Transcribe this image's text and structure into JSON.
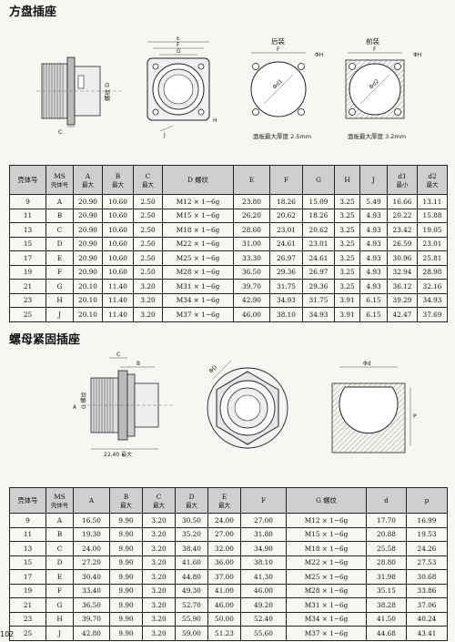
{
  "section1": {
    "title": "方盘插座",
    "labels": {
      "rear_mount": "后装",
      "front_mount": "前装",
      "panel_thickness_rear": "面板最大厚度 2.5mm",
      "panel_thickness_front": "面板最大厚度 3.2mm",
      "thread_d": "螺纹 D",
      "dim_c": "C",
      "dim_e": "E",
      "dim_f": "F",
      "dim_g": "G",
      "dim_h": "H",
      "dim_j": "J",
      "dim_f2": "F",
      "dim_phi_h": "ΦH",
      "dim_phi_d1": "Φd1",
      "dim_f3": "F",
      "dim_phi_h2": "ΦH",
      "dim_phi_d2": "Φd2"
    },
    "table": {
      "headers": [
        {
          "top": "壳体号",
          "bottom": ""
        },
        {
          "top": "MS",
          "bottom": "壳体号"
        },
        {
          "top": "A",
          "bottom": "最大"
        },
        {
          "top": "B",
          "bottom": "最大"
        },
        {
          "top": "C",
          "bottom": "最大"
        },
        {
          "top": "D 螺纹",
          "bottom": ""
        },
        {
          "top": "E",
          "bottom": ""
        },
        {
          "top": "F",
          "bottom": ""
        },
        {
          "top": "G",
          "bottom": ""
        },
        {
          "top": "H",
          "bottom": ""
        },
        {
          "top": "J",
          "bottom": ""
        },
        {
          "top": "d1",
          "bottom": "最小"
        },
        {
          "top": "d2",
          "bottom": "最大"
        }
      ],
      "rows": [
        [
          "9",
          "A",
          "20.90",
          "10.60",
          "2.50",
          "M12 × 1−6g",
          "23.80",
          "18.26",
          "15.09",
          "3.25",
          "5.49",
          "16.66",
          "13.11"
        ],
        [
          "11",
          "B",
          "20.90",
          "10.60",
          "2.50",
          "M15 × 1−6g",
          "26.20",
          "20.62",
          "18.26",
          "3.25",
          "4.93",
          "20.22",
          "15.88"
        ],
        [
          "13",
          "C",
          "20.90",
          "10.60",
          "2.50",
          "M18 × 1−6g",
          "28.60",
          "23.01",
          "20.62",
          "3.25",
          "4.93",
          "23.42",
          "19.05"
        ],
        [
          "15",
          "D",
          "20.90",
          "10.60",
          "2.50",
          "M22 × 1−6g",
          "31.00",
          "24.61",
          "23.01",
          "3.25",
          "4.93",
          "26.59",
          "23.01"
        ],
        [
          "17",
          "E",
          "20.90",
          "10.60",
          "2.50",
          "M25 × 1−6g",
          "33.30",
          "26.97",
          "24.61",
          "3.25",
          "4.93",
          "30.96",
          "25.81"
        ],
        [
          "19",
          "F",
          "20.90",
          "10.60",
          "2.50",
          "M28 × 1−6g",
          "36.50",
          "29.36",
          "26.97",
          "3.25",
          "4.93",
          "32.94",
          "28.98"
        ],
        [
          "21",
          "G",
          "20.10",
          "11.40",
          "3.20",
          "M31 × 1−6g",
          "39.70",
          "31.75",
          "29.36",
          "3.25",
          "4.93",
          "36.12",
          "32.16"
        ],
        [
          "23",
          "H",
          "20.10",
          "11.40",
          "3.20",
          "M34 × 1−6g",
          "42.90",
          "34.93",
          "31.75",
          "3.91",
          "6.15",
          "39.29",
          "34.93"
        ],
        [
          "25",
          "J",
          "20.10",
          "11.40",
          "3.20",
          "M37 × 1−6g",
          "46.00",
          "38.10",
          "34.93",
          "3.91",
          "6.15",
          "42.47",
          "37.69"
        ]
      ]
    }
  },
  "section2": {
    "title": "螺母紧固插座",
    "labels": {
      "dim_c": "C",
      "dim_b": "B",
      "dim_a": "A",
      "dim_g": "G 螺纹",
      "dim_22": "22.40 最大",
      "dim_phi_d": "ΦD",
      "dim_phi_d_small": "Φd",
      "dim_p": "P"
    },
    "table": {
      "headers": [
        {
          "top": "壳体号",
          "bottom": ""
        },
        {
          "top": "MS",
          "bottom": "壳体号"
        },
        {
          "top": "A",
          "bottom": ""
        },
        {
          "top": "B",
          "bottom": "最大"
        },
        {
          "top": "C",
          "bottom": "最大"
        },
        {
          "top": "D",
          "bottom": "最大"
        },
        {
          "top": "E",
          "bottom": "最大"
        },
        {
          "top": "F",
          "bottom": ""
        },
        {
          "top": "G 螺纹",
          "bottom": ""
        },
        {
          "top": "d",
          "bottom": ""
        },
        {
          "top": "p",
          "bottom": ""
        }
      ],
      "rows": [
        [
          "9",
          "A",
          "16.50",
          "9.90",
          "3.20",
          "30.50",
          "24.00",
          "27.00",
          "M12 × 1−6g",
          "17.70",
          "16.99"
        ],
        [
          "11",
          "B",
          "19.30",
          "9.90",
          "3.20",
          "35.20",
          "27.00",
          "31.80",
          "M15 × 1−6g",
          "20.88",
          "19.53"
        ],
        [
          "13",
          "C",
          "24.00",
          "9.90",
          "3.20",
          "38.40",
          "32.00",
          "34.90",
          "M18 × 1−6g",
          "25.58",
          "24.26"
        ],
        [
          "15",
          "D",
          "27.20",
          "9.90",
          "3.20",
          "41.60",
          "36.00",
          "38.10",
          "M22 × 1−6g",
          "28.80",
          "27.53"
        ],
        [
          "17",
          "E",
          "30.40",
          "9.90",
          "3.20",
          "44.80",
          "37.00",
          "41.30",
          "M25 × 1−6g",
          "31.98",
          "30.68"
        ],
        [
          "19",
          "F",
          "33.40",
          "9.90",
          "3.20",
          "49.30",
          "41.00",
          "46.00",
          "M28 × 1−6g",
          "35.15",
          "33.86"
        ],
        [
          "21",
          "G",
          "36.50",
          "9.90",
          "3.20",
          "52.70",
          "46.00",
          "49.20",
          "M31 × 1−6g",
          "38.28",
          "37.06"
        ],
        [
          "23",
          "H",
          "39.70",
          "9.90",
          "3.20",
          "55.90",
          "50.00",
          "52.40",
          "M34 × 1−6g",
          "41.50",
          "40.24"
        ],
        [
          "25",
          "J",
          "42.80",
          "9.90",
          "3.20",
          "59.00",
          "51.23",
          "55.60",
          "M37 × 1−6g",
          "44.68",
          "43.41"
        ]
      ]
    }
  },
  "page_number": "102"
}
